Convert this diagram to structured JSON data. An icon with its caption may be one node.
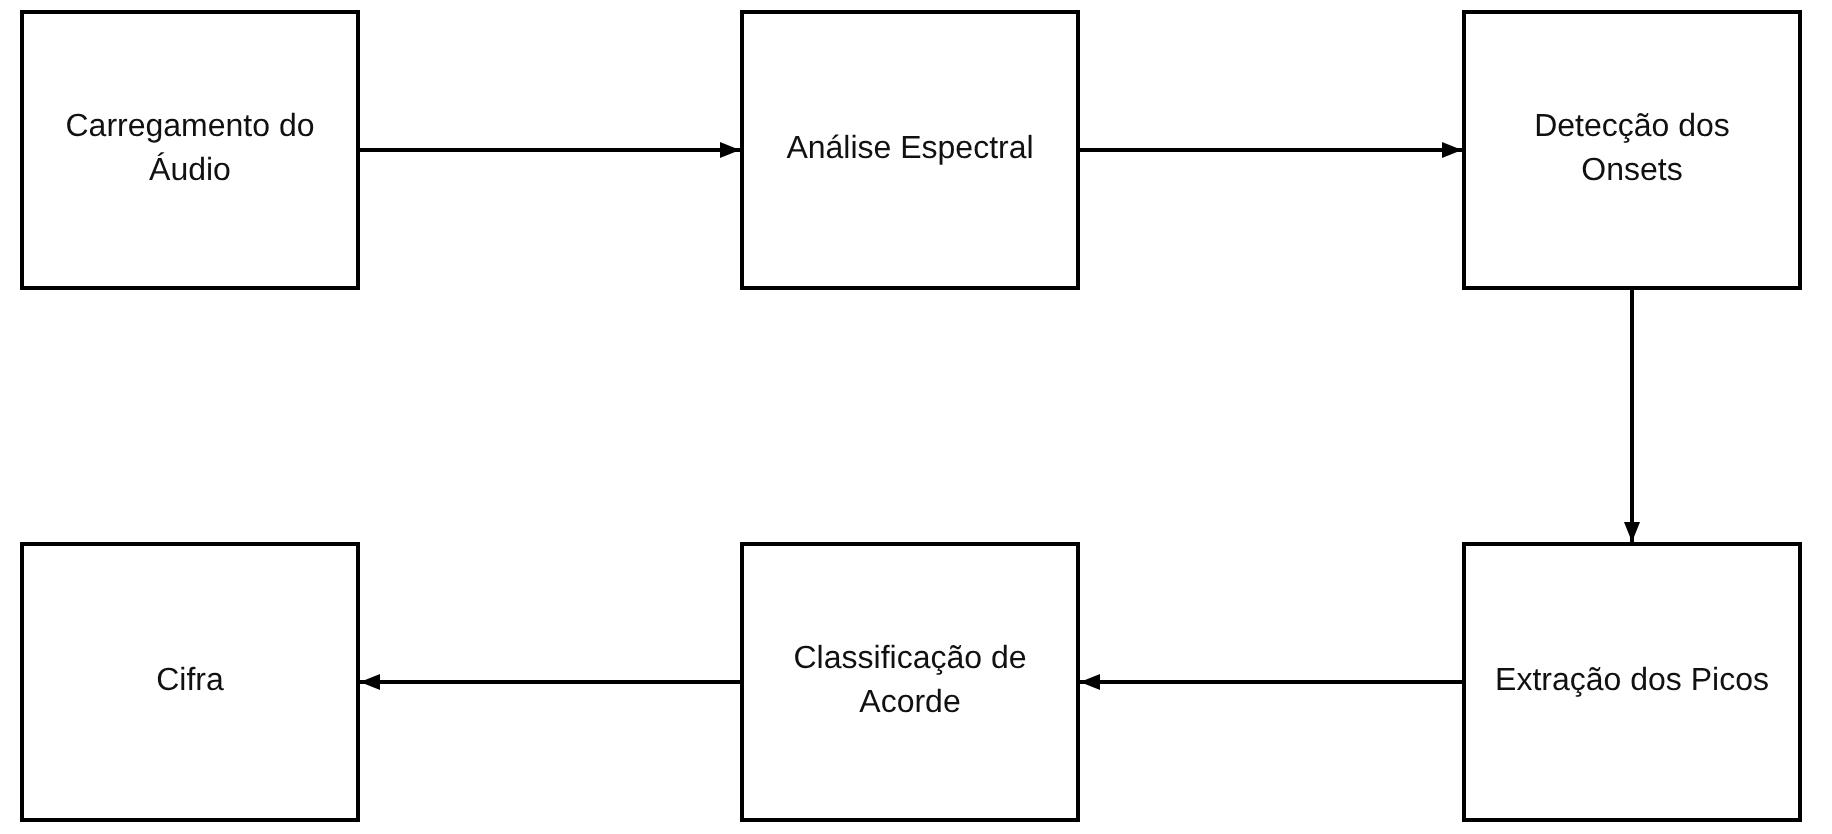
{
  "diagram": {
    "nodes": [
      {
        "text": [
          "Carregamento do Áudio"
        ]
      },
      {
        "text": [
          "Análise Espectral"
        ]
      },
      {
        "text": [
          "Detecção dos Onsets"
        ]
      },
      {
        "text": [
          "Cifra"
        ]
      },
      {
        "text": [
          "Classificação de Acorde"
        ]
      },
      {
        "text": [
          "Extração dos Picos"
        ]
      }
    ],
    "edges": [
      {
        "from": 0,
        "to": 1,
        "arrow": "to"
      },
      {
        "from": 1,
        "to": 2,
        "arrow": "to"
      },
      {
        "from": 2,
        "to": 5,
        "arrow": "to"
      },
      {
        "from": 5,
        "to": 4,
        "arrow": "to"
      },
      {
        "from": 4,
        "to": 3,
        "arrow": "to"
      }
    ]
  }
}
